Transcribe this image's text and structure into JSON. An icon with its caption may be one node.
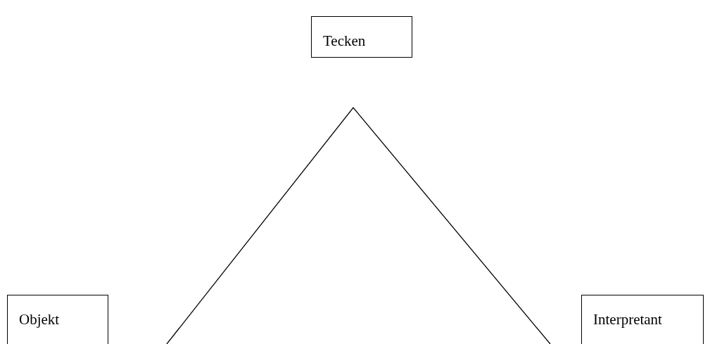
{
  "diagram": {
    "nodes": [
      {
        "text": [
          "Tecken"
        ]
      },
      {
        "text": [
          "Objekt"
        ]
      },
      {
        "text": [
          "Interpretant"
        ]
      }
    ]
  }
}
